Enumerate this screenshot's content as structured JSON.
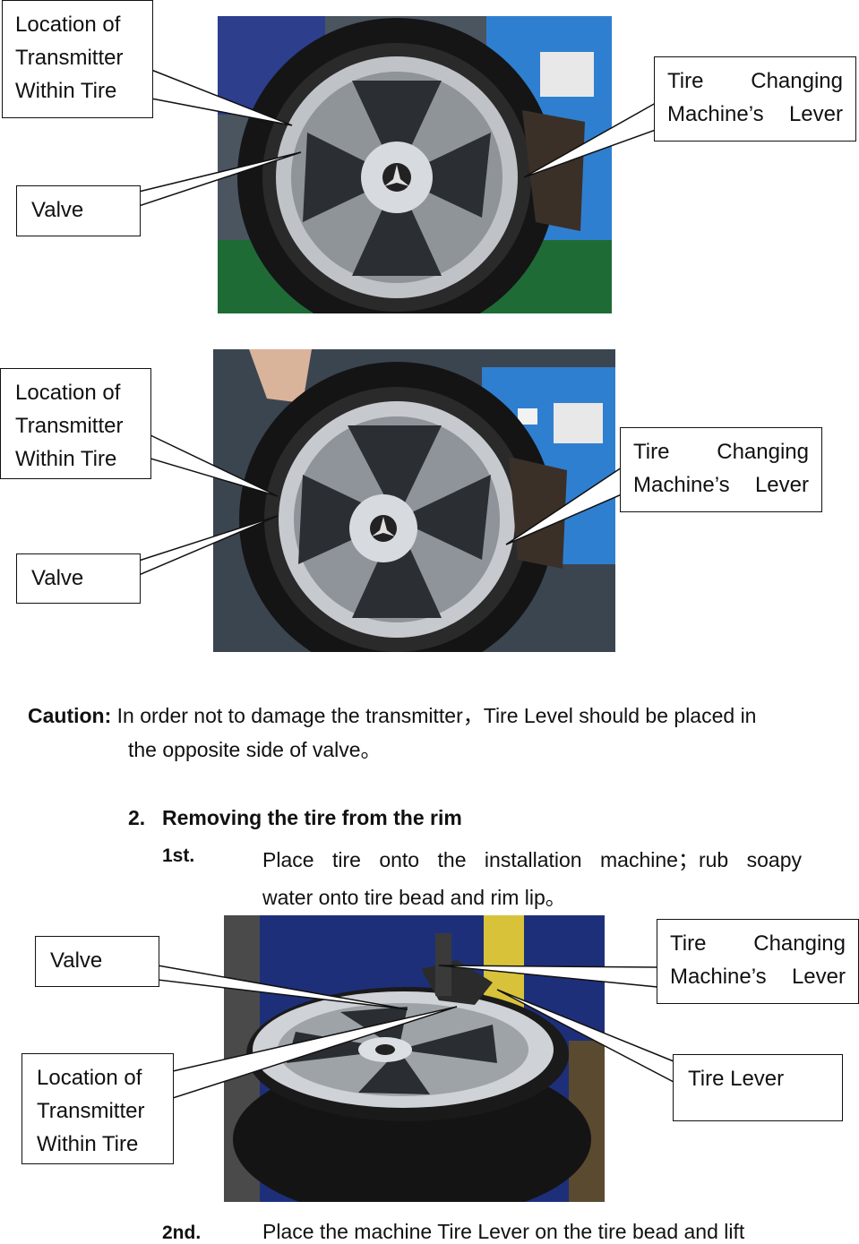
{
  "figure1": {
    "callouts": {
      "location": "Location of\nTransmitter\nWithin Tire",
      "valve": "Valve",
      "lever": "Tire Changing\nMachine’s Lever"
    }
  },
  "figure2": {
    "callouts": {
      "location": "Location of\nTransmitter\nWithin Tire",
      "valve": "Valve",
      "lever": "Tire Changing\nMachine’s Lever"
    }
  },
  "caution": {
    "label": "Caution:",
    "line1": " In order not to damage the transmitter，Tire Level should be placed in",
    "line2": "the opposite side of valve。"
  },
  "section": {
    "number": "2.",
    "title": "Removing the tire from the rim"
  },
  "step1": {
    "label": "1st.",
    "line1": "Place tire onto the installation machine；rub soapy",
    "line2": "water onto tire bead and rim lip。"
  },
  "figure3": {
    "callouts": {
      "valve": "Valve",
      "lever": "Tire Changing\nMachine’s Lever",
      "location": "Location of\nTransmitter\nWithin Tire",
      "tire_lever": "Tire Lever"
    }
  },
  "step2": {
    "label": "2nd.",
    "line1": "Place the machine Tire Lever on the tire bead and lift"
  }
}
